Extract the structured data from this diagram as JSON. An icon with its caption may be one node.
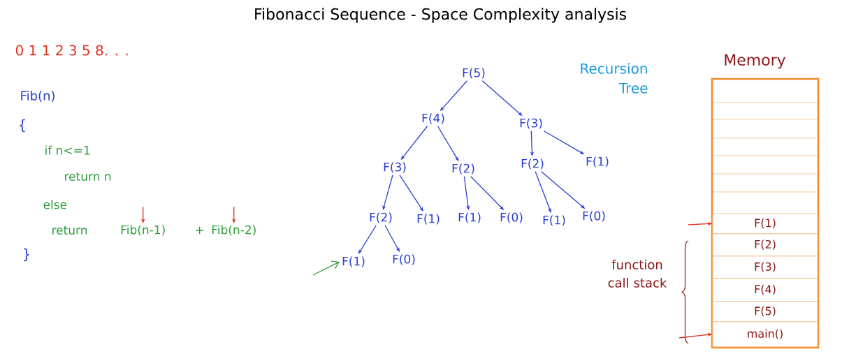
{
  "diagram": {
    "title": "Fibonacci Sequence - Space Complexity analysis",
    "nodes": [
      {
        "text": [
          "F(5)"
        ]
      },
      {
        "text": [
          "F(4)"
        ]
      },
      {
        "text": [
          "F(3)"
        ]
      },
      {
        "text": [
          "F(3)"
        ]
      },
      {
        "text": [
          "F(2)"
        ]
      },
      {
        "text": [
          "F(2)"
        ]
      },
      {
        "text": [
          "F(1)"
        ]
      },
      {
        "text": [
          "F(2)"
        ]
      },
      {
        "text": [
          "F(1)"
        ]
      },
      {
        "text": [
          "F(1)"
        ]
      },
      {
        "text": [
          "F(0)"
        ]
      },
      {
        "text": [
          "F(1)"
        ]
      },
      {
        "text": [
          "F(0)"
        ]
      },
      {
        "text": [
          "F(1)"
        ]
      },
      {
        "text": [
          "F(0)"
        ]
      },
      {
        "text": [
          "Memory"
        ]
      },
      {
        "text": [
          "F(1)"
        ],
        "in": 15
      },
      {
        "text": [
          "F(2)"
        ],
        "in": 15
      },
      {
        "text": [
          "F(3)"
        ],
        "in": 15
      },
      {
        "text": [
          "F(4)"
        ],
        "in": 15
      },
      {
        "text": [
          "F(5)"
        ],
        "in": 15
      },
      {
        "text": [
          "main()"
        ],
        "in": 15
      },
      {
        "text": [
          "Fib(n-1)"
        ]
      },
      {
        "text": [
          "Fib(n-2)"
        ]
      }
    ],
    "edges": [
      {
        "from": 0,
        "to": 1,
        "arrow": "to"
      },
      {
        "from": 0,
        "to": 2,
        "arrow": "to"
      },
      {
        "from": 1,
        "to": 3,
        "arrow": "to"
      },
      {
        "from": 1,
        "to": 4,
        "arrow": "to"
      },
      {
        "from": 2,
        "to": 5,
        "arrow": "to"
      },
      {
        "from": 2,
        "to": 6,
        "arrow": "to"
      },
      {
        "from": 3,
        "to": 7,
        "arrow": "to"
      },
      {
        "from": 3,
        "to": 8,
        "arrow": "to"
      },
      {
        "from": 4,
        "to": 9,
        "arrow": "to"
      },
      {
        "from": 4,
        "to": 10,
        "arrow": "to"
      },
      {
        "from": 5,
        "to": 11,
        "arrow": "to"
      },
      {
        "from": 5,
        "to": 12,
        "arrow": "to"
      },
      {
        "from": 7,
        "to": 13,
        "arrow": "to"
      },
      {
        "from": 7,
        "to": 14,
        "arrow": "to"
      },
      {
        "from": null,
        "to": 13,
        "arrow": "to",
        "color": "#2e9e3e"
      },
      {
        "from": null,
        "to": 16,
        "arrow": "to",
        "color": "#e0301e"
      },
      {
        "from": null,
        "to": 21,
        "arrow": "to",
        "color": "#e0301e"
      },
      {
        "from": null,
        "to": 22,
        "arrow": "to",
        "color": "#e0301e"
      },
      {
        "from": null,
        "to": 23,
        "arrow": "to",
        "color": "#e0301e"
      }
    ],
    "labels": [
      "0 1 1 2 3 5 8. . .",
      "Recursion Tree",
      "Fib(n)",
      "{",
      "if n<=1",
      "return n",
      "else",
      "return",
      "+",
      "}",
      "function call stack"
    ]
  }
}
